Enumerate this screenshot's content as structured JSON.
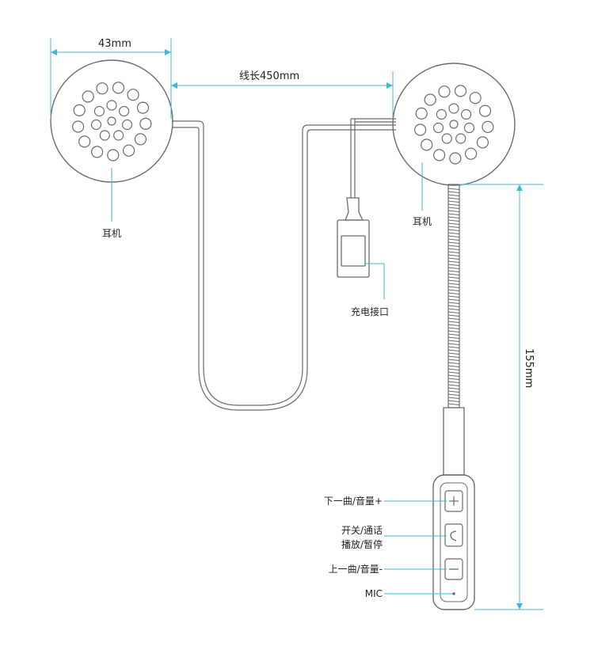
{
  "dimensions": {
    "earphone_width": "43mm",
    "cable_length": "线长450mm",
    "mic_length": "155mm"
  },
  "labels": {
    "left_earphone": "耳机",
    "right_earphone": "耳机",
    "charging_port": "充电接口",
    "next_track_volume_up": "下一曲/音量+",
    "power_call_line1": "开关/通话",
    "power_call_line2": "播放/暂停",
    "prev_track_volume_down": "上一曲/音量-",
    "mic": "MIC"
  },
  "colors": {
    "dimension_line": "#3fb8d3",
    "outline": "#6b6b6b"
  },
  "icons": {
    "plus_button": "plus-icon",
    "call_button": "phone-icon",
    "minus_button": "minus-icon",
    "mic_hole": "dot-icon"
  }
}
